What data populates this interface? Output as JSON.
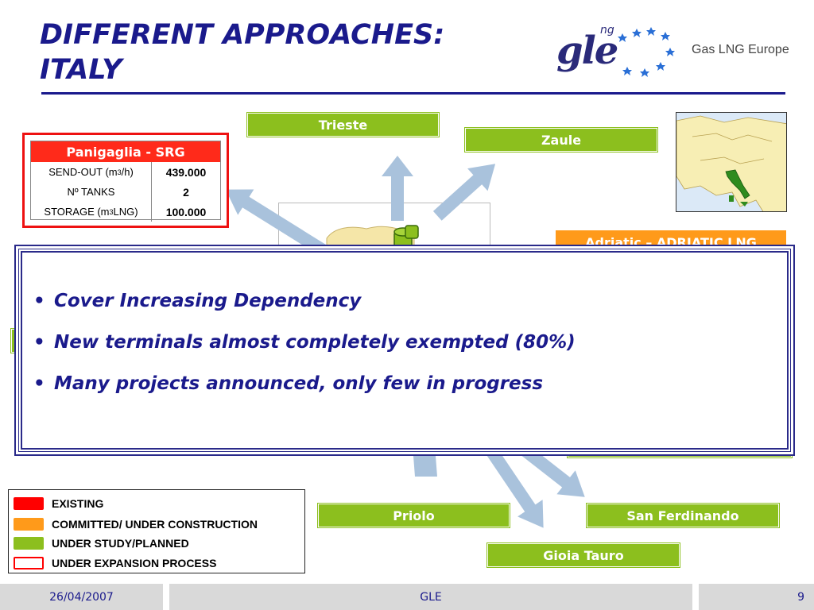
{
  "slide": {
    "title": "DIFFERENT APPROACHES: ITALY"
  },
  "logo": {
    "mark": "gle",
    "superscript": "ng",
    "brand": "Gas LNG Europe"
  },
  "terminals": {
    "trieste": "Trieste",
    "zaule": "Zaule",
    "adriatic": "Adriatic – ADRIATIC LNG",
    "priolo": "Priolo",
    "san_ferdinando": "San Ferdinando",
    "gioia_tauro": "Gioia Tauro"
  },
  "srg_table": {
    "header": "Panigaglia - SRG",
    "rows": [
      {
        "label_main": "SEND-OUT (m",
        "label_sup": "3",
        "label_end": "/h)",
        "value": "439.000"
      },
      {
        "label_main": "Nº TANKS",
        "label_sup": "",
        "label_end": "",
        "value": "2"
      },
      {
        "label_main": "STORAGE (m",
        "label_sup": "3",
        "label_end": " LNG)",
        "value": "100.000"
      }
    ]
  },
  "bullets": [
    "Cover Increasing Dependency",
    "New terminals almost completely exempted (80%)",
    "Many projects announced, only few in progress"
  ],
  "legend": {
    "items": [
      {
        "label": "EXISTING",
        "color": "#ff0000",
        "style": "filled"
      },
      {
        "label": "COMMITTED/ UNDER CONSTRUCTION",
        "color": "#ff9a1a",
        "style": "filled"
      },
      {
        "label": "UNDER STUDY/PLANNED",
        "color": "#8cbf1e",
        "style": "filled"
      },
      {
        "label": "UNDER EXPANSION PROCESS",
        "color": "#ff0000",
        "style": "outline"
      }
    ]
  },
  "footer": {
    "date": "26/04/2007",
    "center": "GLE",
    "page": "9"
  },
  "colors": {
    "title": "#1a1a8c",
    "green": "#8cbf1e",
    "orange": "#ff9a1a",
    "red": "#ff2a1a",
    "arrow": "#a9c2dc"
  }
}
